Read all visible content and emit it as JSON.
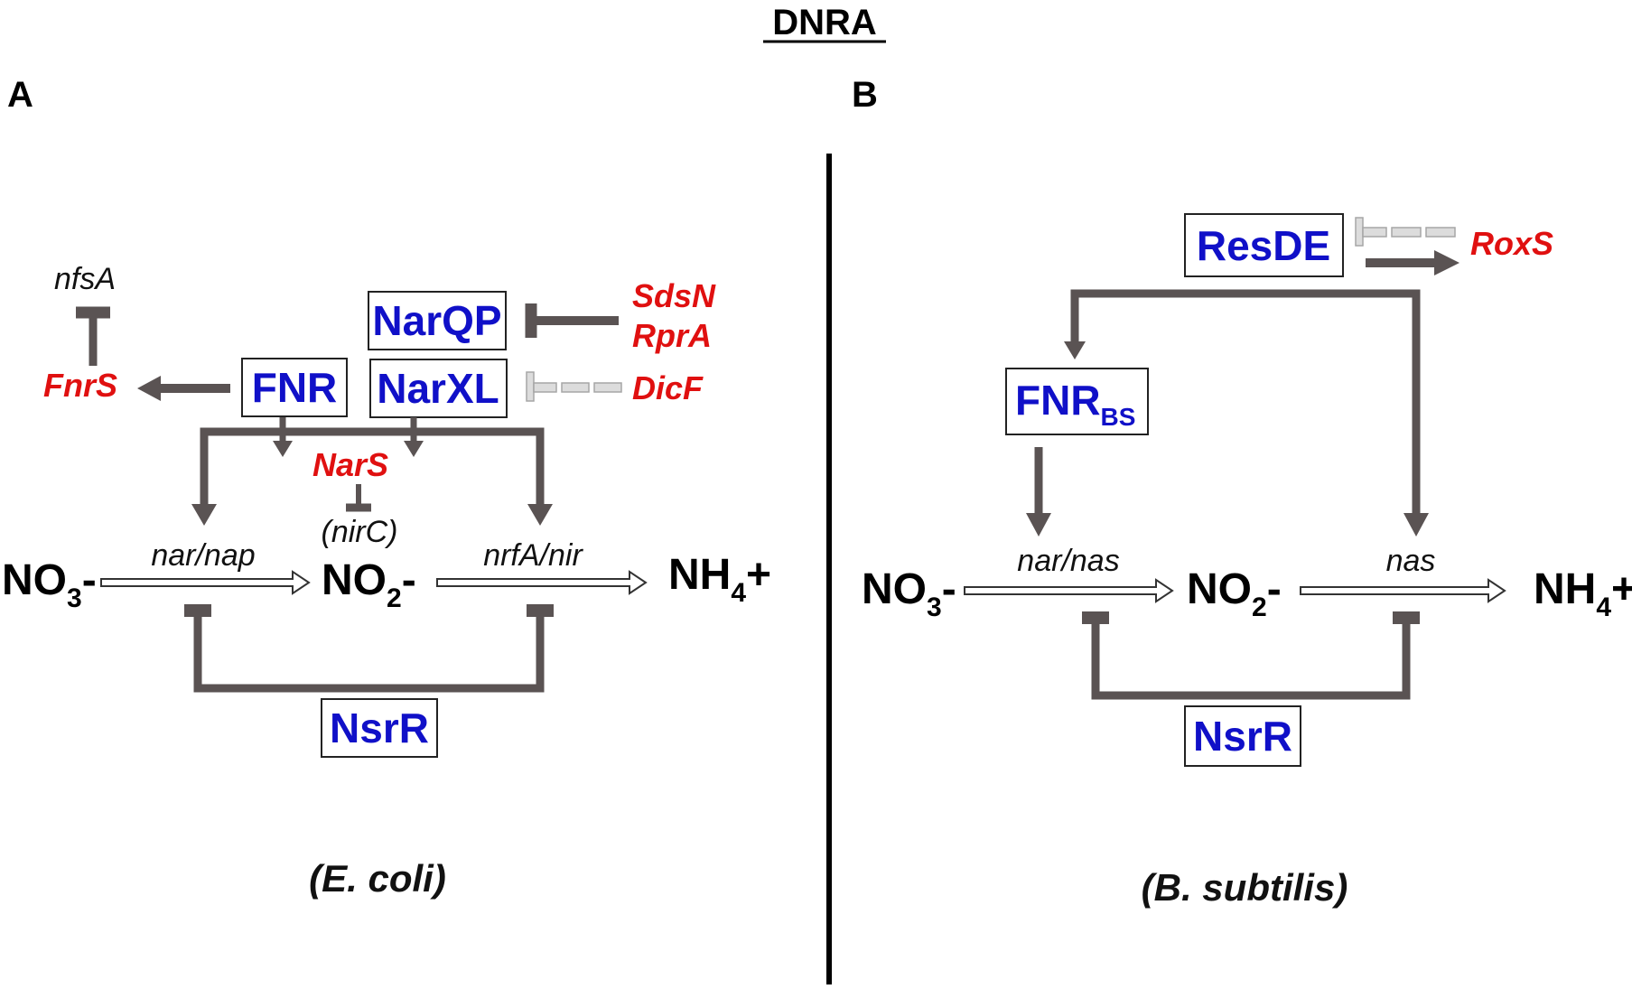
{
  "title": "DNRA",
  "panel_a": {
    "label": "A",
    "organism": "(E. coli)",
    "regulators": {
      "narqp": "NarQP",
      "fnr": "FNR",
      "narxl": "NarXL",
      "nsrr": "NsrR"
    },
    "srnas": {
      "sdsn": "SdsN",
      "rpra": "RprA",
      "dicf": "DicF",
      "fnrs": "FnrS",
      "nars": "NarS"
    },
    "genes": {
      "nfsa": "nfsA",
      "nirc": "(nirC)",
      "narnap": "nar/nap",
      "nrfanir": "nrfA/nir"
    },
    "compounds": {
      "no3": {
        "base": "NO",
        "sub": "3",
        "suffix": "-"
      },
      "no2": {
        "base": "NO",
        "sub": "2",
        "suffix": "-"
      },
      "nh4": {
        "base": "NH",
        "sub": "4",
        "suffix": "+"
      }
    }
  },
  "panel_b": {
    "label": "B",
    "organism": "(B. subtilis)",
    "regulators": {
      "resde": "ResDE",
      "fnr_base": "FNR",
      "fnr_sub": "BS",
      "nsrr": "NsrR"
    },
    "srnas": {
      "roxs": "RoxS"
    },
    "genes": {
      "narnas": "nar/nas",
      "nas": "nas"
    },
    "compounds": {
      "no3": {
        "base": "NO",
        "sub": "3",
        "suffix": "-"
      },
      "no2": {
        "base": "NO",
        "sub": "2",
        "suffix": "-"
      },
      "nh4": {
        "base": "NH",
        "sub": "4",
        "suffix": "+"
      }
    }
  },
  "colors": {
    "regulator": "#1010c8",
    "srna": "#e01010",
    "connector": "#5a5353",
    "dashed_inhibition": "#dcdcdc"
  }
}
